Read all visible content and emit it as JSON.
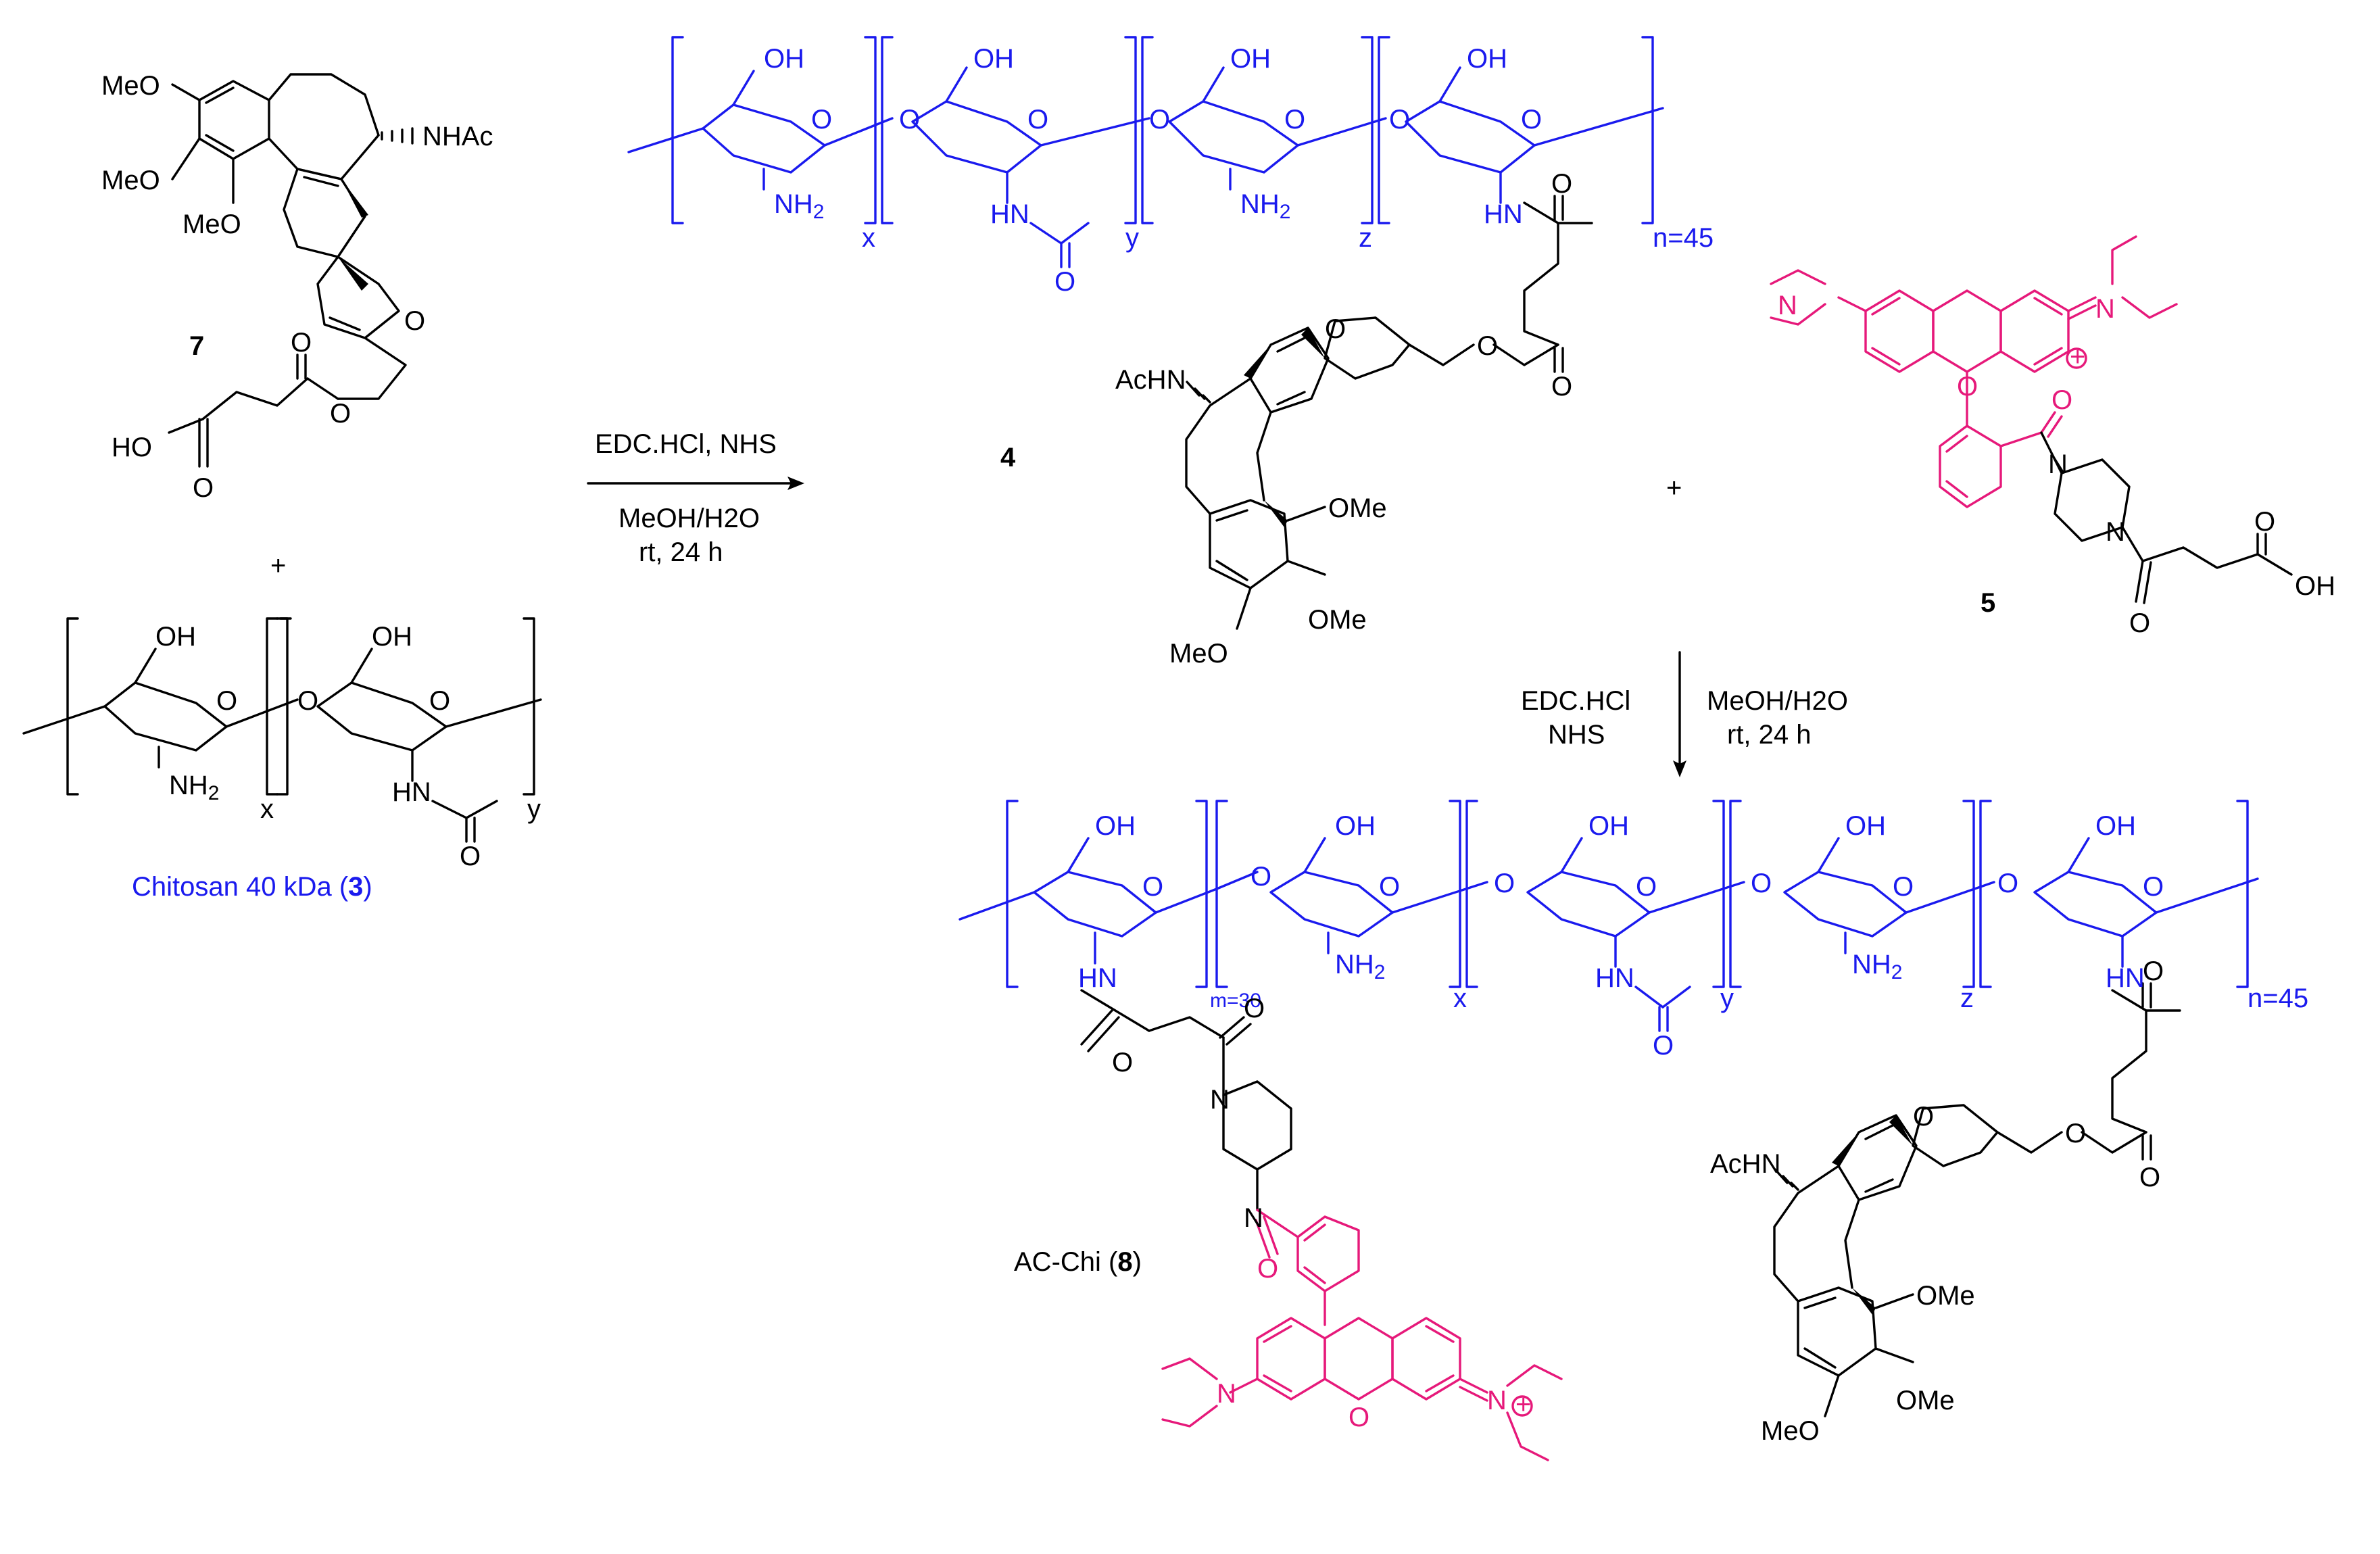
{
  "colors": {
    "chitosan": "#1a1aee",
    "rhodamine": "#e6197a",
    "colchicinoid": "#000000"
  },
  "compound7": {
    "label": "7",
    "substituents": {
      "ome1": "MeO",
      "ome2": "MeO",
      "ome3": "MeO",
      "nhac": "NHAc",
      "ho": "HO",
      "o_ring": "O",
      "o_keto": "O",
      "o_ester": "O",
      "o_acid": "O"
    }
  },
  "plus1": "+",
  "chitosan3": {
    "caption_pre": "Chitosan 40 kDa (",
    "caption_num": "3",
    "caption_post": ")",
    "labels": {
      "oh": "OH",
      "o": "O",
      "nh2": "NH",
      "nh2_sub": "2",
      "hn": "HN",
      "x": "x",
      "y": "y"
    }
  },
  "reaction1": {
    "reagents": "EDC.HCl, NHS",
    "solvent": "MeOH/H2O",
    "conditions": "rt, 24 h"
  },
  "compound4": {
    "label": "4",
    "units": [
      "x",
      "y",
      "z"
    ],
    "n_label": "n=45",
    "labels": {
      "oh": "OH",
      "o": "O",
      "nh2": "NH",
      "sub2": "2",
      "hn": "HN",
      "achn": "AcHN",
      "ome": "OMe",
      "meo": "MeO"
    }
  },
  "plus2": "+",
  "compound5": {
    "label": "5",
    "labels": {
      "n": "N",
      "o": "O",
      "oh": "OH",
      "plus": "+"
    }
  },
  "reaction2": {
    "reagents_line1": "EDC.HCl",
    "reagents_line2": "NHS",
    "solvent": "MeOH/H2O",
    "conditions": "rt, 24 h"
  },
  "compound8": {
    "caption_pre": "AC-Chi (",
    "caption_num": "8",
    "caption_post": ")",
    "m_label": "m=30",
    "units": [
      "x",
      "y",
      "z"
    ],
    "n_label": "n=45"
  }
}
